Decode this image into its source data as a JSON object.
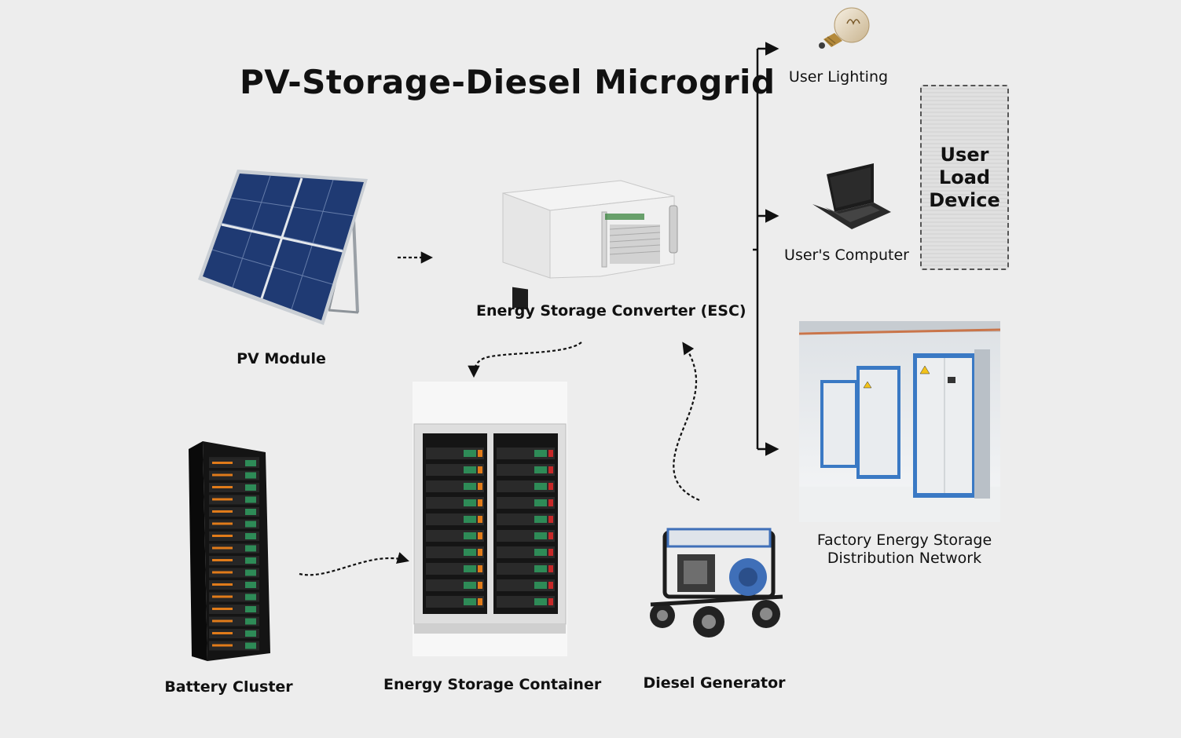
{
  "title": "PV-Storage-Diesel Microgrid",
  "nodes": {
    "pv_module": "PV Module",
    "esc": "Energy Storage Converter (ESC)",
    "battery_cluster": "Battery Cluster",
    "storage_container": "Energy Storage Container",
    "diesel_generator": "Diesel Generator",
    "user_lighting": "User Lighting",
    "user_computer": "User's Computer",
    "factory_line1": "Factory Energy Storage",
    "factory_line2": "Distribution Network",
    "user_load_device": "User\nLoad\nDevice"
  },
  "colors": {
    "background": "#ededed",
    "panel_blue": "#1f3a73",
    "cabinet_blue": "#3a79c4",
    "generator_blue": "#3f6fb8",
    "battery_green": "#2e8b57",
    "battery_red": "#c62828",
    "battery_orange": "#e07b1a"
  },
  "icons": {
    "pv": "solar-panel-icon",
    "esc": "converter-rack-icon",
    "battery": "battery-rack-icon",
    "container": "storage-container-icon",
    "generator": "diesel-generator-icon",
    "bulb": "light-bulb-icon",
    "laptop": "laptop-icon",
    "cabinets": "factory-cabinets-icon"
  }
}
